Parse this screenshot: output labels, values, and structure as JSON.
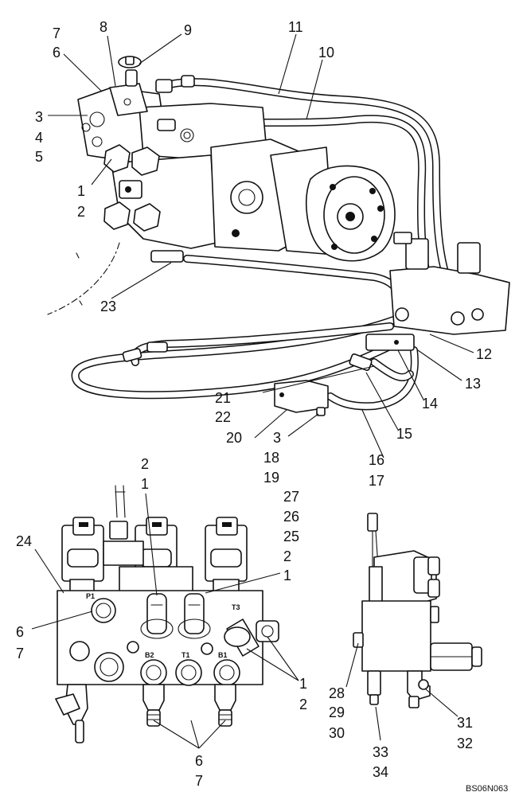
{
  "diagram_code": "BS06N063",
  "upper_assembly": {
    "callouts": [
      {
        "key": "c7a",
        "text": "7"
      },
      {
        "key": "c6a",
        "text": "6"
      },
      {
        "key": "c8",
        "text": "8"
      },
      {
        "key": "c9",
        "text": "9"
      },
      {
        "key": "c11",
        "text": "11"
      },
      {
        "key": "c10",
        "text": "10"
      },
      {
        "key": "c3a",
        "text": "3"
      },
      {
        "key": "c4",
        "text": "4"
      },
      {
        "key": "c5",
        "text": "5"
      },
      {
        "key": "c1a",
        "text": "1"
      },
      {
        "key": "c2a",
        "text": "2"
      },
      {
        "key": "c23",
        "text": "23"
      },
      {
        "key": "c12",
        "text": "12"
      },
      {
        "key": "c13",
        "text": "13"
      },
      {
        "key": "c14",
        "text": "14"
      },
      {
        "key": "c21",
        "text": "21"
      },
      {
        "key": "c22",
        "text": "22"
      },
      {
        "key": "c20",
        "text": "20"
      },
      {
        "key": "c3b",
        "text": "3"
      },
      {
        "key": "c15",
        "text": "15"
      },
      {
        "key": "c18",
        "text": "18"
      },
      {
        "key": "c19",
        "text": "19"
      },
      {
        "key": "c16",
        "text": "16"
      },
      {
        "key": "c17",
        "text": "17"
      }
    ]
  },
  "valve_front_view": {
    "callouts": [
      {
        "key": "c2b",
        "text": "2"
      },
      {
        "key": "c1b",
        "text": "1"
      },
      {
        "key": "c27",
        "text": "27"
      },
      {
        "key": "c26",
        "text": "26"
      },
      {
        "key": "c25",
        "text": "25"
      },
      {
        "key": "c2c",
        "text": "2"
      },
      {
        "key": "c1c",
        "text": "1"
      },
      {
        "key": "c24",
        "text": "24"
      },
      {
        "key": "c6b",
        "text": "6"
      },
      {
        "key": "c7b",
        "text": "7"
      },
      {
        "key": "c1d",
        "text": "1"
      },
      {
        "key": "c2d",
        "text": "2"
      },
      {
        "key": "c6c",
        "text": "6"
      },
      {
        "key": "c7c",
        "text": "7"
      }
    ],
    "port_marks": [
      "P1",
      "T3",
      "B2",
      "T1",
      "B1"
    ]
  },
  "valve_side_view": {
    "callouts": [
      {
        "key": "c28",
        "text": "28"
      },
      {
        "key": "c29",
        "text": "29"
      },
      {
        "key": "c30",
        "text": "30"
      },
      {
        "key": "c31",
        "text": "31"
      },
      {
        "key": "c32",
        "text": "32"
      },
      {
        "key": "c33",
        "text": "33"
      },
      {
        "key": "c34",
        "text": "34"
      }
    ]
  }
}
